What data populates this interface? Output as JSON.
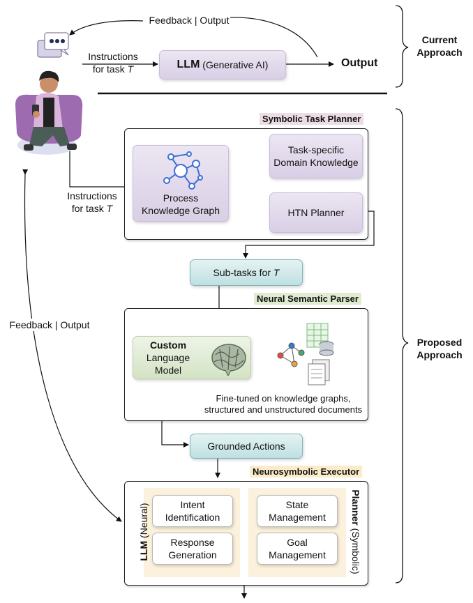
{
  "top": {
    "feedback_label": "Feedback | Output",
    "instructions_line1": "Instructions",
    "instructions_line2": "for task",
    "task_symbol": "T",
    "llm_bold": "LLM",
    "llm_rest": "(Generative AI)",
    "output_label": "Output",
    "current_approach_line1": "Current",
    "current_approach_line2": "Approach"
  },
  "left": {
    "feedback_label": "Feedback | Output",
    "instructions_line1": "Instructions",
    "instructions_line2": "for task",
    "task_symbol": "T"
  },
  "symbolic_planner": {
    "title": "Symbolic Task Planner",
    "pkg_line1": "Process",
    "pkg_line2": "Knowledge Graph",
    "domain_line1": "Task-specific",
    "domain_line2": "Domain Knowledge",
    "htn": "HTN Planner"
  },
  "subtasks": {
    "label": "Sub-tasks for",
    "task_symbol": "T"
  },
  "semantic_parser": {
    "title": "Neural Semantic Parser",
    "clm_bold": "Custom",
    "clm_line2": "Language",
    "clm_line3": "Model",
    "caption_line1": "Fine-tuned on knowledge graphs,",
    "caption_line2": "structured and unstructured documents"
  },
  "grounded": {
    "label": "Grounded Actions"
  },
  "executor": {
    "title": "Neurosymbolic Executor",
    "llm_bold": "LLM",
    "llm_rest": "(Neural)",
    "planner_bold": "Planner",
    "planner_rest": "(Symbolic)",
    "intent_line1": "Intent",
    "intent_line2": "Identification",
    "response_line1": "Response",
    "response_line2": "Generation",
    "state_line1": "State",
    "state_line2": "Management",
    "goal_line1": "Goal",
    "goal_line2": "Management"
  },
  "right": {
    "proposed_line1": "Proposed",
    "proposed_line2": "Approach"
  },
  "colors": {
    "lavender": "#d9cfe6",
    "teal": "#bfe0e1",
    "green": "#d3e3c4",
    "cream": "#fbf1dc",
    "tag_pink": "#ecdde4",
    "tag_green": "#dfeccf",
    "tag_cream": "#fbecc9"
  },
  "icons": {
    "user": "user-with-phone-icon",
    "chat": "chat-bubbles-icon",
    "graph": "network-graph-icon",
    "brain": "brain-icon",
    "docs": "documents-database-icon"
  }
}
